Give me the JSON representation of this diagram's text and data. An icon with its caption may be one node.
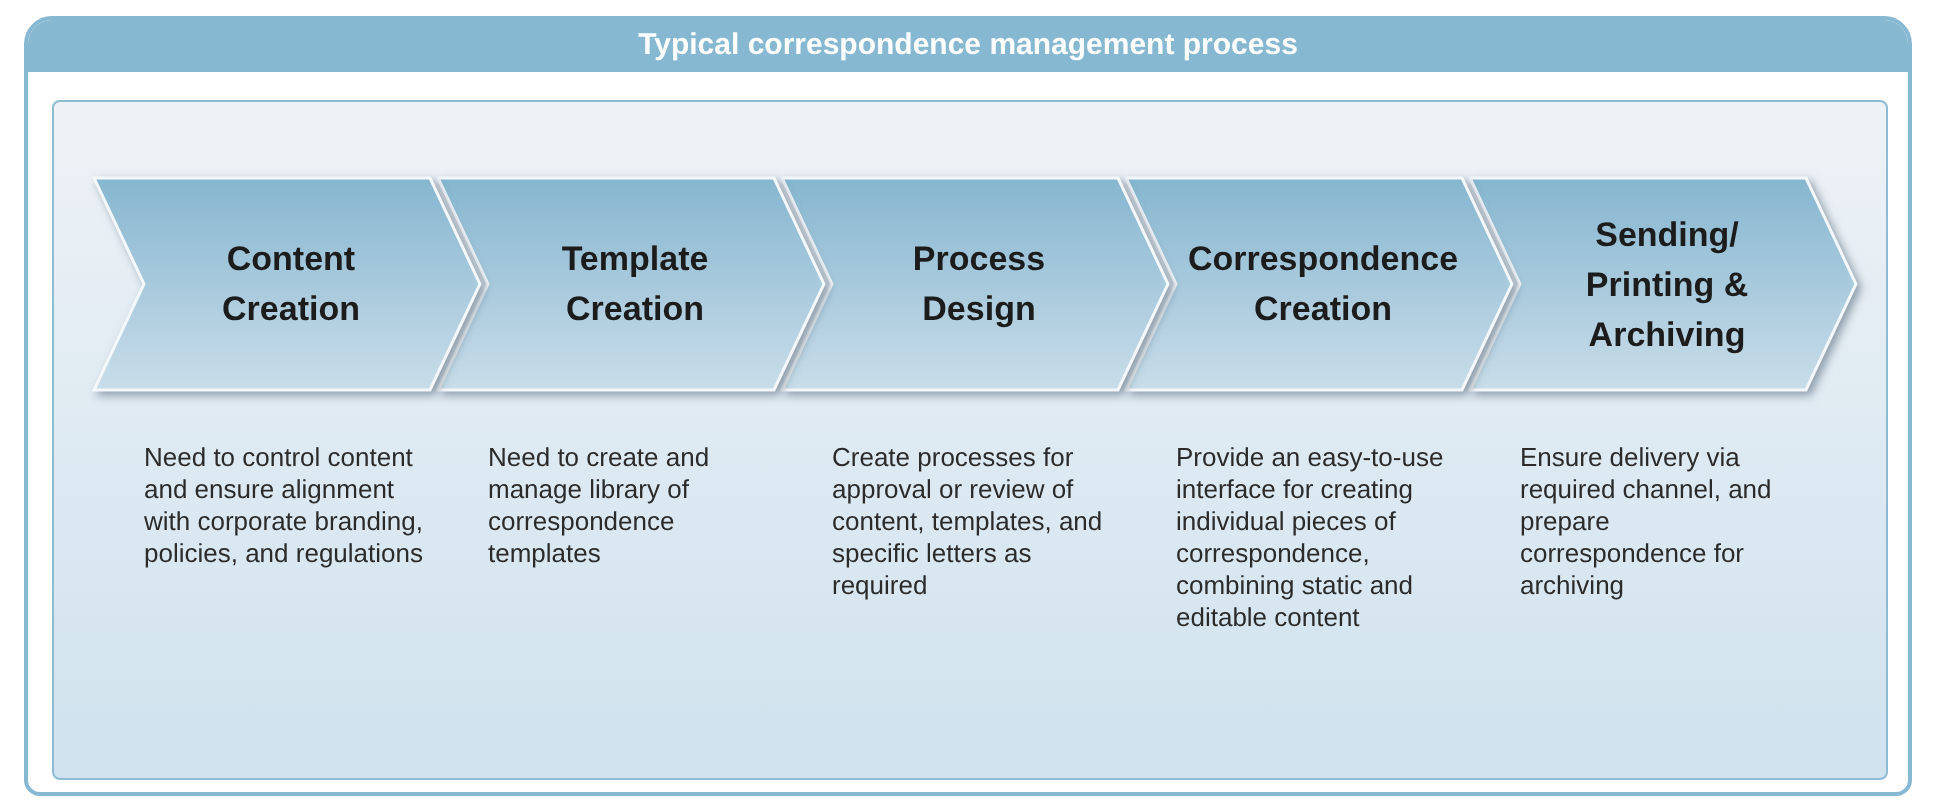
{
  "diagram": {
    "title": "Typical correspondence management process",
    "nodes": [
      {
        "text": [
          "Content Creation"
        ],
        "beside": [
          "Need to control content and ensure alignment with corporate branding, policies, and regulations"
        ]
      },
      {
        "text": [
          "Template Creation"
        ],
        "beside": [
          "Need to create and manage library of correspondence templates"
        ]
      },
      {
        "text": [
          "Process Design"
        ],
        "beside": [
          "Create processes for approval or review of content, templates, and specific letters as required"
        ]
      },
      {
        "text": [
          "Correspondence Creation"
        ],
        "beside": [
          "Provide an easy-to-use interface for creating individual pieces of correspondence, combining static and editable content"
        ]
      },
      {
        "text": [
          "Sending/ Printing & Archiving"
        ],
        "beside": [
          "Ensure delivery via required channel, and prepare correspondence for archiving"
        ]
      }
    ]
  }
}
